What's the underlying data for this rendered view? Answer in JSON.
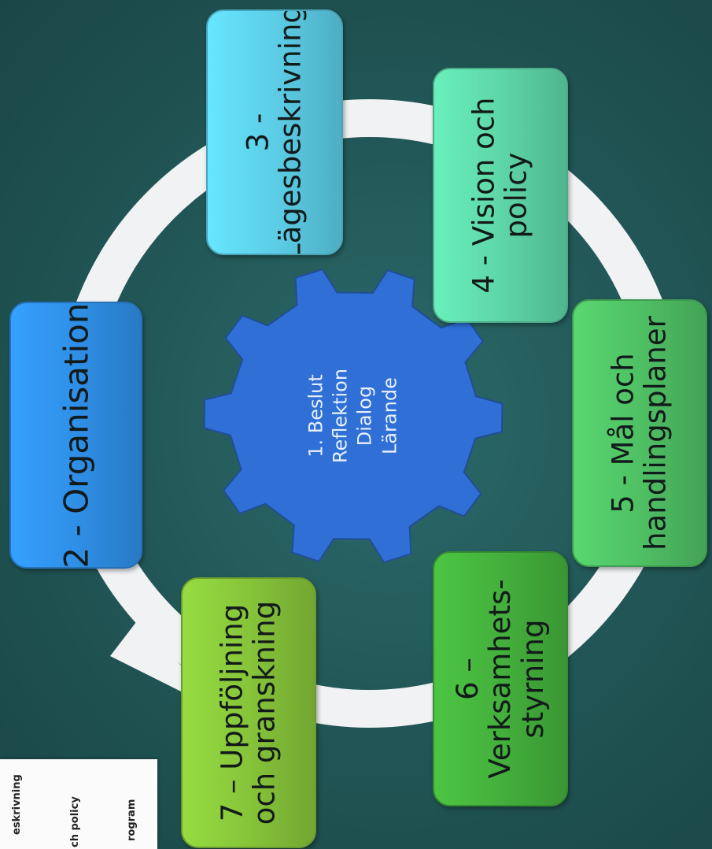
{
  "center": {
    "lines": [
      "1. Beslut",
      "Reflektion",
      "Dialog",
      "Lärande"
    ]
  },
  "steps": [
    {
      "lines": [
        "2 - Organisation"
      ]
    },
    {
      "lines": [
        "3 -",
        "Lägesbeskrivning"
      ]
    },
    {
      "lines": [
        "4 - Vision och",
        "policy"
      ]
    },
    {
      "lines": [
        "5 - Mål och",
        "handlingsplaner"
      ]
    },
    {
      "lines": [
        "6 –",
        "Verksamhets-",
        "styrning"
      ]
    },
    {
      "lines": [
        "7 – Uppföljning",
        "och granskning"
      ]
    }
  ],
  "paper_fragments": [
    "eskrivning",
    "ch policy",
    "rogram"
  ],
  "colors": {
    "background": "#235858",
    "ring": "#f0f2f4",
    "gear": "#2f6fd6",
    "step2": "#2f8fe6",
    "step3": "#5ccde6",
    "step4": "#5ed6a8",
    "step5": "#4fc064",
    "step6": "#44b03c",
    "step7": "#86c43a"
  }
}
